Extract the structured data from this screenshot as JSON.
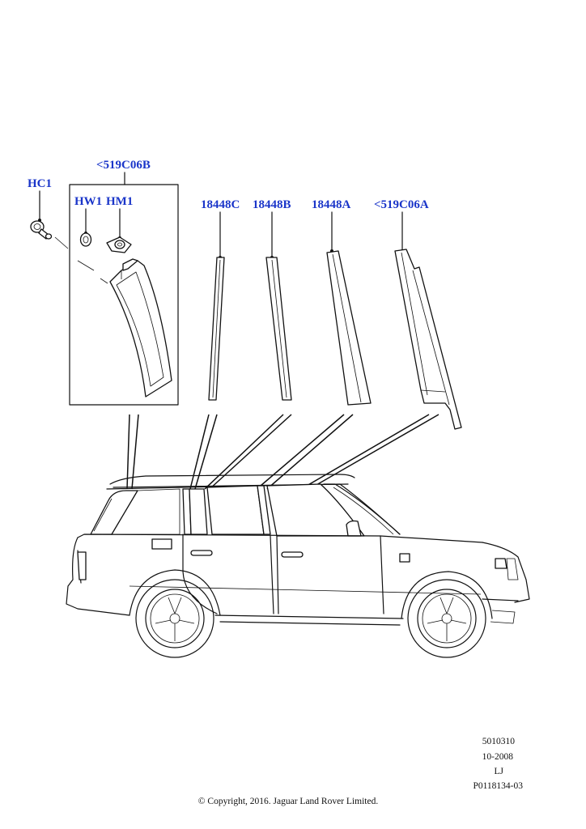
{
  "callouts": {
    "hc1": "HC1",
    "c519c06b": "<519C06B",
    "hw1": "HW1",
    "hm1": "HM1",
    "p18448c": "18448C",
    "p18448b": "18448B",
    "p18448a": "18448A",
    "c519c06a": "<519C06A"
  },
  "footer": {
    "code": "5010310",
    "date": "10-2008",
    "initials": "LJ",
    "ref": "P0118134-03",
    "copyright": "© Copyright, 2016. Jaguar Land Rover Limited."
  },
  "colors": {
    "callout": "#1a35c9",
    "line": "#111111",
    "background": "#ffffff"
  }
}
